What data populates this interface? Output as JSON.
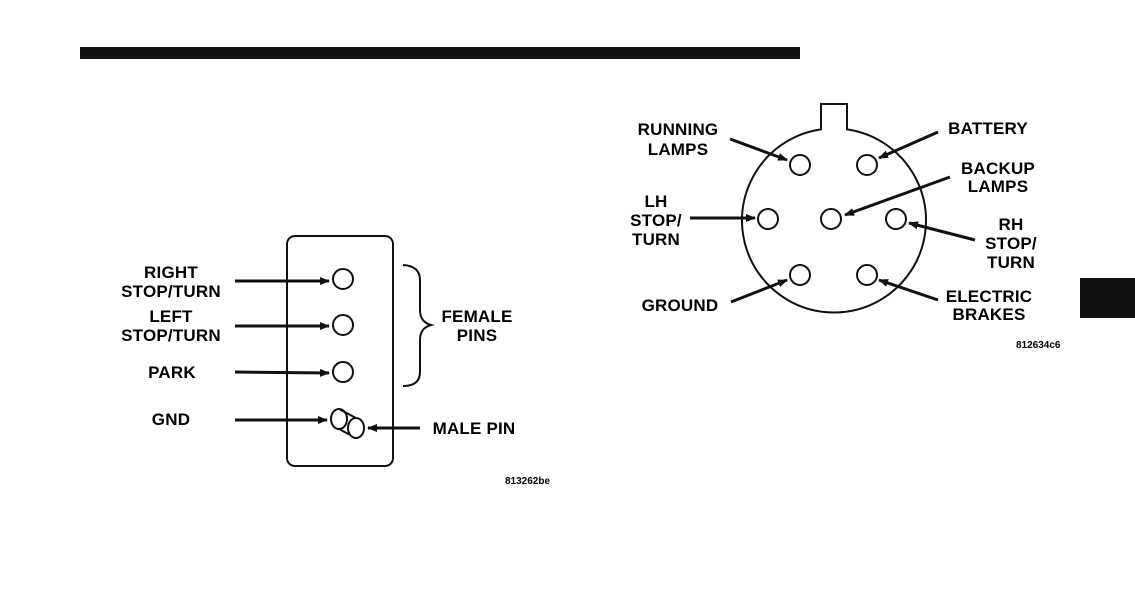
{
  "colors": {
    "ink": "#111111",
    "paper": "#ffffff"
  },
  "left_diagram": {
    "labels": {
      "right_stop_turn_1": "RIGHT",
      "right_stop_turn_2": "STOP/TURN",
      "left_stop_turn_1": "LEFT",
      "left_stop_turn_2": "STOP/TURN",
      "park": "PARK",
      "gnd": "GND",
      "female_pins_1": "FEMALE",
      "female_pins_2": "PINS",
      "male_pin": "MALE PIN"
    },
    "figure_code": "813262be"
  },
  "right_diagram": {
    "labels": {
      "running_lamps_1": "RUNNING",
      "running_lamps_2": "LAMPS",
      "battery": "BATTERY",
      "backup_lamps_1": "BACKUP",
      "backup_lamps_2": "LAMPS",
      "lh_1": "LH",
      "lh_2": "STOP/",
      "lh_3": "TURN",
      "rh_1": "RH",
      "rh_2": "STOP/",
      "rh_3": "TURN",
      "ground": "GROUND",
      "electric_brakes_1": "ELECTRIC",
      "electric_brakes_2": "BRAKES"
    },
    "figure_code": "812634c6"
  }
}
